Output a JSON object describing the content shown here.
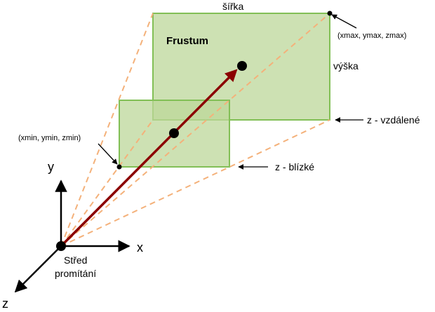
{
  "diagram": {
    "title": "Frustum",
    "width_label": "šířka",
    "height_label": "výška",
    "far_label": "z - vzdálené",
    "near_label": "z - blízké",
    "max_corner_label": "(xmax, ymax, zmax)",
    "min_corner_label": "(xmin, ymin, zmin)",
    "center_label_line1": "Střed",
    "center_label_line2": "promítání",
    "axis_x": "x",
    "axis_y": "y",
    "axis_z": "z"
  },
  "colors": {
    "plane_fill": "#bcd79a",
    "plane_stroke": "#82bf56",
    "dashed_lines": "#f4b17a",
    "view_ray": "#8b0000",
    "points": "#000000"
  }
}
